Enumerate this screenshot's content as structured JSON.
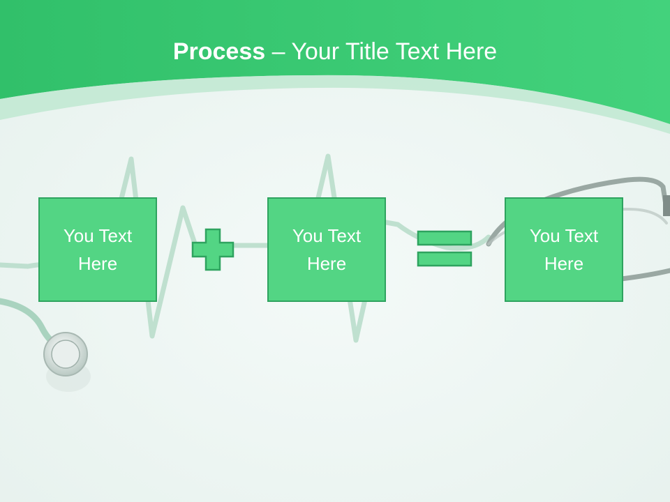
{
  "title": {
    "bold": "Process",
    "rest": " – Your Title Text Here"
  },
  "boxes": [
    {
      "line1": "You Text",
      "line2": "Here"
    },
    {
      "line1": "You Text",
      "line2": "Here"
    },
    {
      "line1": "You Text",
      "line2": "Here"
    }
  ],
  "colors": {
    "header_green": "#3fcf78",
    "box_fill": "#53d584",
    "box_border": "#2ea35f",
    "background": "#eef6f3"
  }
}
